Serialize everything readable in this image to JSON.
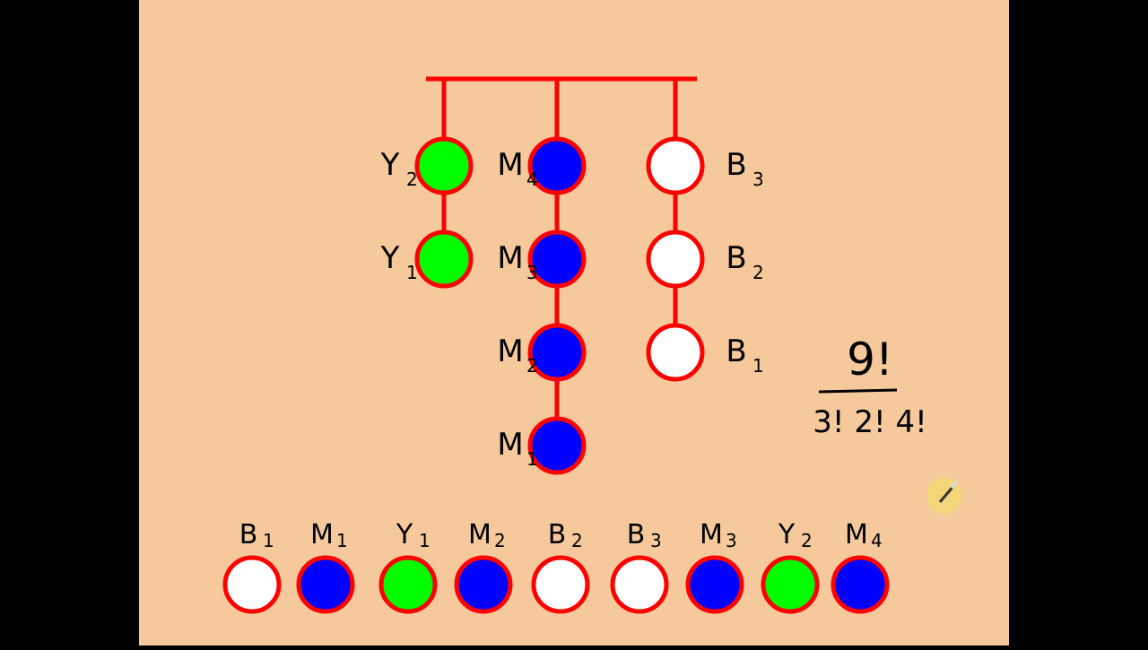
{
  "colors": {
    "background": "#f5c99b",
    "frame": "#000000",
    "rod": "#ff0000",
    "yellow_ball": "#00ff00",
    "maroon_ball": "#0000ff",
    "black_ball": "#ffffff",
    "cursor": "#f2d873"
  },
  "tree": {
    "columns": [
      {
        "balls": [
          {
            "label": "Y",
            "sub": "2",
            "color": "#00ff00"
          },
          {
            "label": "Y",
            "sub": "1",
            "color": "#00ff00"
          }
        ]
      },
      {
        "balls": [
          {
            "label": "M",
            "sub": "4",
            "color": "#0000ff"
          },
          {
            "label": "M",
            "sub": "3",
            "color": "#0000ff"
          },
          {
            "label": "M",
            "sub": "2",
            "color": "#0000ff"
          },
          {
            "label": "M",
            "sub": "1",
            "color": "#0000ff"
          }
        ]
      },
      {
        "balls": [
          {
            "label": "B",
            "sub": "3",
            "color": "#ffffff"
          },
          {
            "label": "B",
            "sub": "2",
            "color": "#ffffff"
          },
          {
            "label": "B",
            "sub": "1",
            "color": "#ffffff"
          }
        ]
      }
    ]
  },
  "formula": {
    "numerator": "9!",
    "denominator": "3! 2! 4!"
  },
  "sequence": [
    {
      "label": "B",
      "sub": "1",
      "color": "#ffffff"
    },
    {
      "label": "M",
      "sub": "1",
      "color": "#0000ff"
    },
    {
      "label": "Y",
      "sub": "1",
      "color": "#00ff00"
    },
    {
      "label": "M",
      "sub": "2",
      "color": "#0000ff"
    },
    {
      "label": "B",
      "sub": "2",
      "color": "#ffffff"
    },
    {
      "label": "B",
      "sub": "3",
      "color": "#ffffff"
    },
    {
      "label": "M",
      "sub": "3",
      "color": "#0000ff"
    },
    {
      "label": "Y",
      "sub": "2",
      "color": "#00ff00"
    },
    {
      "label": "M",
      "sub": "4",
      "color": "#0000ff"
    }
  ]
}
